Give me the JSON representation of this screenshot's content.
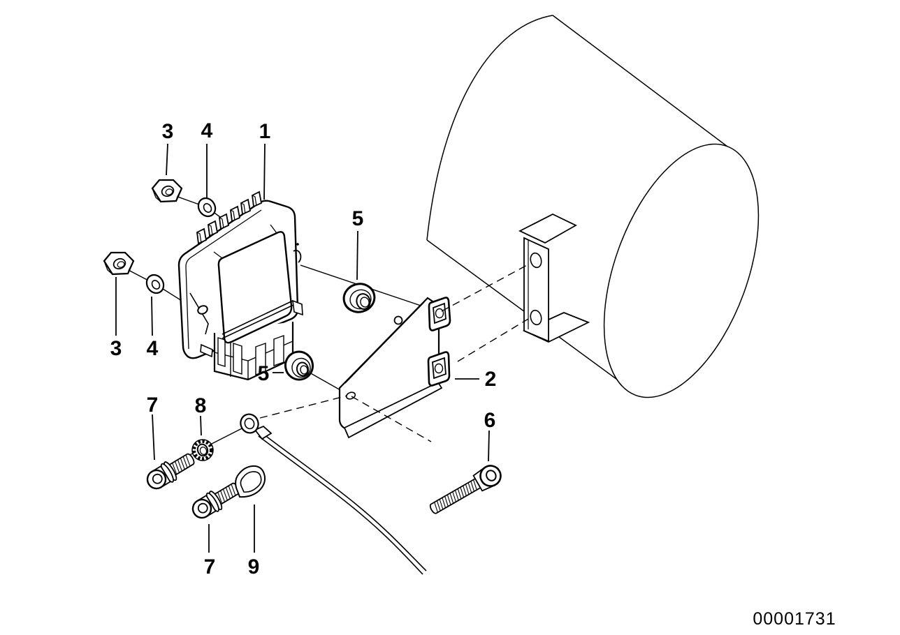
{
  "figure": {
    "type": "exploded-parts-diagram",
    "background": "#ffffff",
    "line_color": "#000000",
    "doc_number": "00001731",
    "callouts": [
      {
        "label": "3"
      },
      {
        "label": "4"
      },
      {
        "label": "1"
      },
      {
        "label": "5"
      },
      {
        "label": "3"
      },
      {
        "label": "4"
      },
      {
        "label": "5"
      },
      {
        "label": "2"
      },
      {
        "label": "7"
      },
      {
        "label": "8"
      },
      {
        "label": "6"
      },
      {
        "label": "7"
      },
      {
        "label": "9"
      }
    ]
  }
}
